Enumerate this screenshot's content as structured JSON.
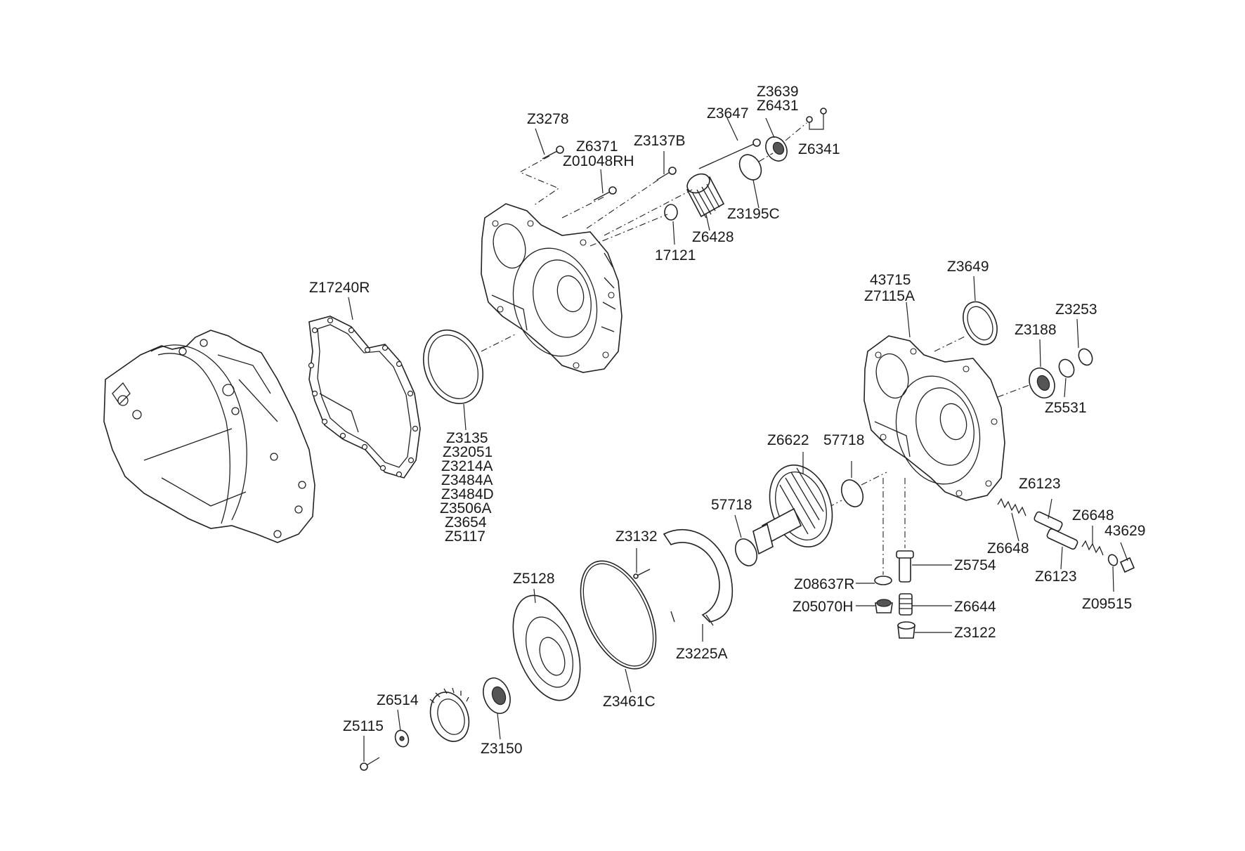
{
  "labels": {
    "z3278": "Z3278",
    "z6371": "Z6371",
    "z01048rh": "Z01048RH",
    "z3137b": "Z3137B",
    "z3647": "Z3647",
    "z3639": "Z3639",
    "z6431": "Z6431",
    "z6341": "Z6341",
    "z3195c": "Z3195C",
    "z6428": "Z6428",
    "n17121": "17121",
    "z17240r": "Z17240R",
    "z3135_list": [
      "Z3135",
      "Z32051",
      "Z3214A",
      "Z3484A",
      "Z3484D",
      "Z3506A",
      "Z3654",
      "Z5117"
    ],
    "n43715": "43715",
    "z7115a": "Z7115A",
    "z3649": "Z3649",
    "z3253": "Z3253",
    "z3188": "Z3188",
    "z5531": "Z5531",
    "z6622": "Z6622",
    "n57718_a": "57718",
    "n57718_b": "57718",
    "z6123_a": "Z6123",
    "z6648_a": "Z6648",
    "n43629": "43629",
    "z6648_b": "Z6648",
    "z6123_b": "Z6123",
    "z09515": "Z09515",
    "z3132": "Z3132",
    "z5754": "Z5754",
    "z08637r": "Z08637R",
    "z05070h": "Z05070H",
    "z6644": "Z6644",
    "z3122": "Z3122",
    "z5128": "Z5128",
    "z3225a": "Z3225A",
    "z3461c": "Z3461C",
    "z6514": "Z6514",
    "z5115": "Z5115",
    "z3150": "Z3150"
  }
}
